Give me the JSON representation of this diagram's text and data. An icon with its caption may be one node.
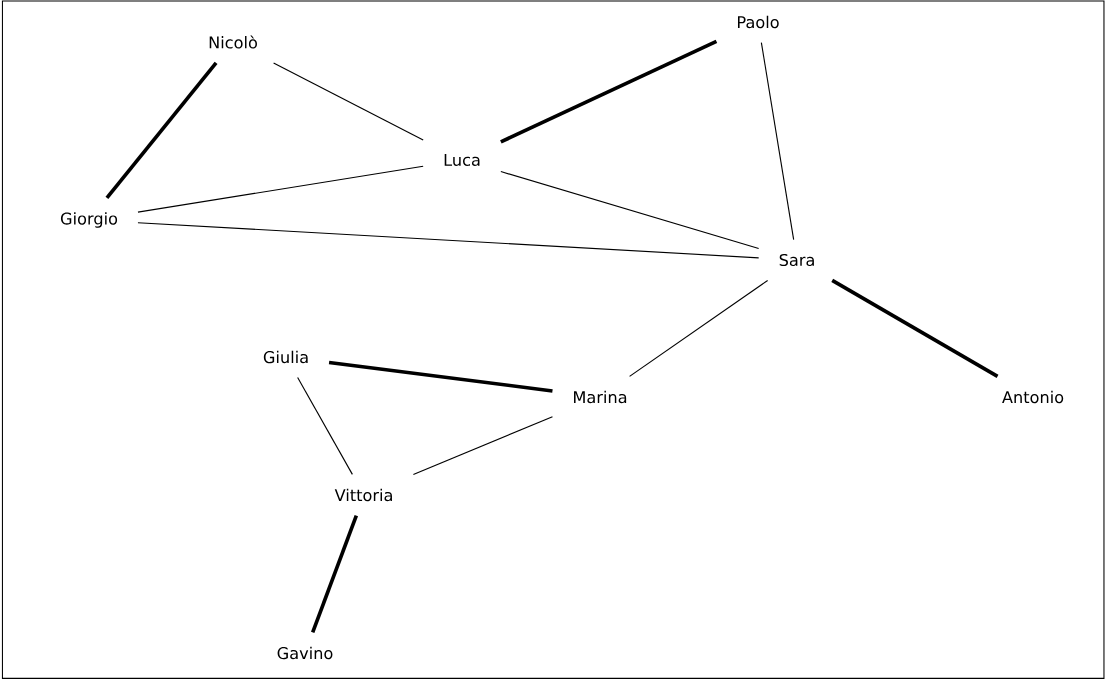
{
  "diagram": {
    "nodes": [
      {
        "text": [
          "Nicolò"
        ]
      },
      {
        "text": [
          "Paolo"
        ]
      },
      {
        "text": [
          "Luca"
        ]
      },
      {
        "text": [
          "Giorgio"
        ]
      },
      {
        "text": [
          "Sara"
        ]
      },
      {
        "text": [
          "Giulia"
        ]
      },
      {
        "text": [
          "Marina"
        ]
      },
      {
        "text": [
          "Antonio"
        ]
      },
      {
        "text": [
          "Vittoria"
        ]
      },
      {
        "text": [
          "Gavino"
        ]
      }
    ],
    "edges": [
      {
        "from": 0,
        "to": 3,
        "arrow": "none",
        "style": "thick"
      },
      {
        "from": 0,
        "to": 2,
        "arrow": "none"
      },
      {
        "from": 1,
        "to": 2,
        "arrow": "none",
        "style": "thick"
      },
      {
        "from": 1,
        "to": 4,
        "arrow": "none"
      },
      {
        "from": 2,
        "to": 3,
        "arrow": "none"
      },
      {
        "from": 2,
        "to": 4,
        "arrow": "none"
      },
      {
        "from": 3,
        "to": 4,
        "arrow": "none"
      },
      {
        "from": 4,
        "to": 6,
        "arrow": "none"
      },
      {
        "from": 4,
        "to": 7,
        "arrow": "none",
        "style": "thick"
      },
      {
        "from": 5,
        "to": 6,
        "arrow": "none",
        "style": "thick"
      },
      {
        "from": 5,
        "to": 8,
        "arrow": "none"
      },
      {
        "from": 6,
        "to": 8,
        "arrow": "none"
      },
      {
        "from": 8,
        "to": 9,
        "arrow": "none",
        "style": "thick"
      }
    ]
  }
}
